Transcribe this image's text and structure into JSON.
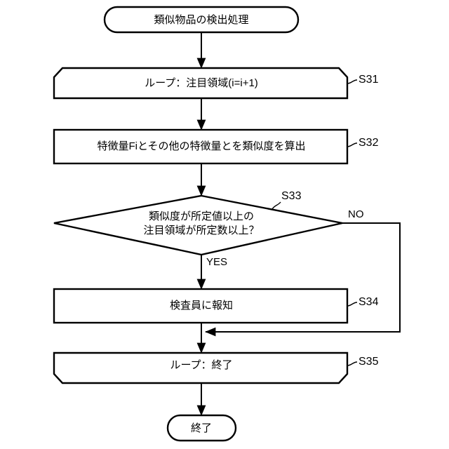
{
  "diagram": {
    "type": "flowchart",
    "orientation": "vertical",
    "language": "ja",
    "background_color": "#ffffff",
    "line_color": "#000000",
    "nodes": [
      {
        "id": "start",
        "shape": "terminator",
        "text": "類似物品の検出処理",
        "step": ""
      },
      {
        "id": "loop-start",
        "shape": "loop-start",
        "text": "ループ：注目領域(i=i+1)",
        "step": "S31"
      },
      {
        "id": "calc-similarity",
        "shape": "process",
        "text": "特徴量Fiとその他の特徴量とを類似度を算出",
        "step": "S32"
      },
      {
        "id": "decision",
        "shape": "decision",
        "text_line1": "類似度が所定値以上の",
        "text_line2": "注目領域が所定数以上？",
        "step": "S33"
      },
      {
        "id": "notify",
        "shape": "process",
        "text": "検査員に報知",
        "step": "S34"
      },
      {
        "id": "loop-end",
        "shape": "loop-end",
        "text": "ループ：終了",
        "step": "S35"
      },
      {
        "id": "end",
        "shape": "terminator",
        "text": "終了",
        "step": ""
      }
    ],
    "branch_labels": {
      "yes": "YES",
      "no": "NO"
    }
  }
}
